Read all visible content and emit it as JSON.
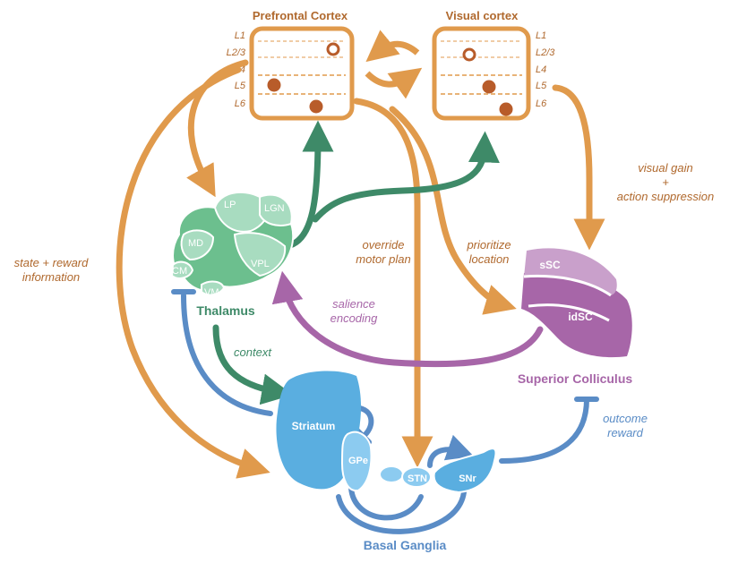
{
  "cortex": {
    "prefrontal_title": "Prefrontal Cortex",
    "visual_title": "Visual cortex",
    "layers_left": [
      "L1",
      "L2/3",
      "L4",
      "L5",
      "L6"
    ],
    "layers_right": [
      "L1",
      "L2/3",
      "L4",
      "L5",
      "L6"
    ]
  },
  "thalamus": {
    "title": "Thalamus",
    "nuclei": [
      "LP",
      "LGN",
      "MD",
      "VPL",
      "CM",
      "VM"
    ]
  },
  "superior_colliculus": {
    "title": "Superior Colliculus",
    "layers": [
      "sSC",
      "idSC"
    ]
  },
  "basal_ganglia": {
    "title": "Basal Ganglia",
    "nuclei": [
      "Striatum",
      "GPe",
      "STN",
      "SNr"
    ]
  },
  "labels": {
    "state_reward_1": "state + reward",
    "state_reward_2": "information",
    "override_1": "override",
    "override_2": "motor plan",
    "prioritize_1": "prioritize",
    "prioritize_2": "location",
    "visual_gain_1": "visual gain",
    "visual_gain_2": "+",
    "visual_gain_3": "action suppression",
    "salience_1": "salience",
    "salience_2": "encoding",
    "context": "context",
    "outcome_1": "outcome",
    "outcome_2": "reward"
  },
  "colors": {
    "orange": "#E09A4C",
    "orange_text": "#B0692E",
    "green": "#3E8A68",
    "green_fill": "#6CBF8E",
    "green_light": "#A8DCC0",
    "purple": "#A766A8",
    "purple_light": "#C9A0CB",
    "blue": "#5A8CC6",
    "blue_fill": "#5AAEE0",
    "blue_light": "#8CCBF0",
    "neuron": "#B85C2A"
  }
}
